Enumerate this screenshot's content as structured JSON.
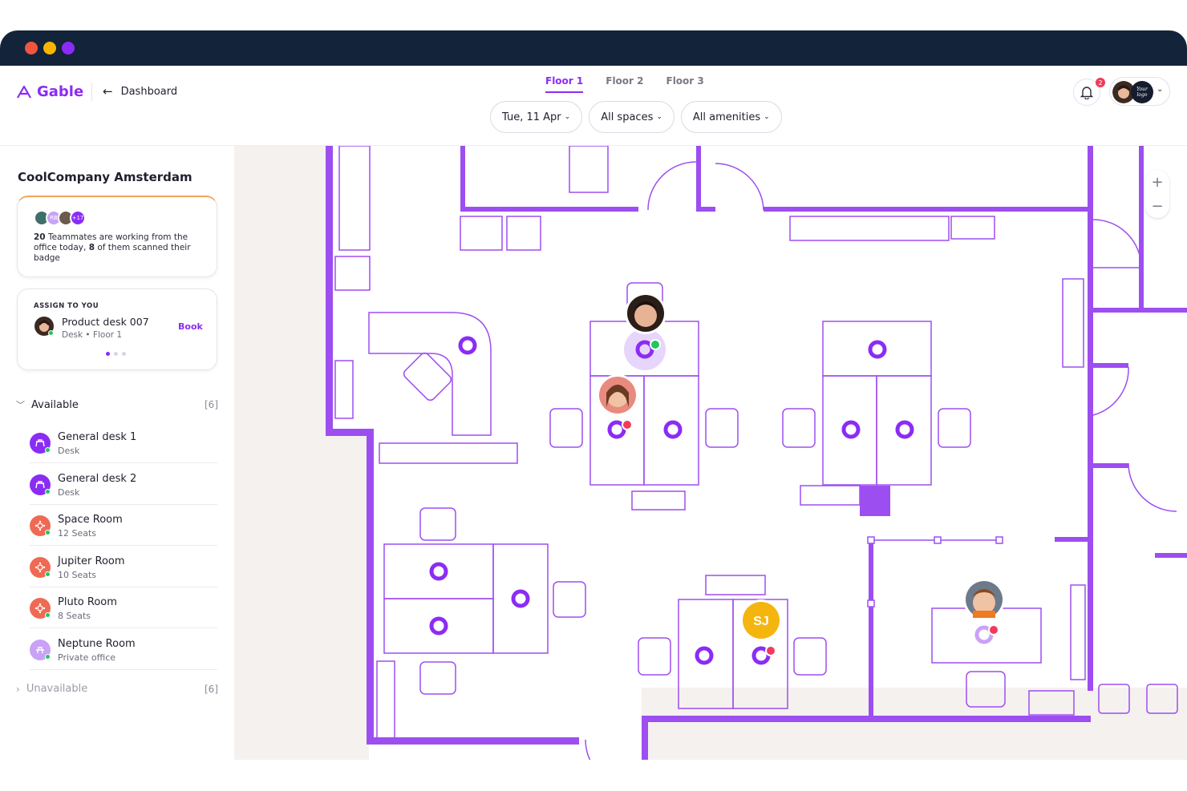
{
  "window": {
    "dot_colors": [
      "#f0563d",
      "#f7b500",
      "#8b2cf5"
    ]
  },
  "header": {
    "brand": "Gable",
    "back_label": "Dashboard",
    "tabs": [
      {
        "label": "Floor 1",
        "active": true
      },
      {
        "label": "Floor 2",
        "active": false
      },
      {
        "label": "Floor 3",
        "active": false
      }
    ],
    "filters": [
      {
        "label": "Tue, 11 Apr"
      },
      {
        "label": "All spaces"
      },
      {
        "label": "All amenities"
      }
    ],
    "notification_count": "2",
    "logo_badge_text": "Your logo"
  },
  "sidebar": {
    "company": "CoolCompany Amsterdam",
    "teammates_card": {
      "extra_count": "+17",
      "initials": "RB",
      "count": "20",
      "text_1": " Teammates are working from the office today, ",
      "scanned": "8",
      "text_2": " of them scanned their badge"
    },
    "assign_card": {
      "label": "ASSIGN TO YOU",
      "title": "Product desk 007",
      "subtitle": "Desk • Floor 1",
      "action": "Book",
      "pages": 3,
      "current_page": 1
    },
    "available": {
      "label": "Available",
      "count": "[6]"
    },
    "spaces": [
      {
        "name": "General desk 1",
        "sub": "Desk",
        "kind": "desk",
        "color": "#8b2cf5"
      },
      {
        "name": "General desk 2",
        "sub": "Desk",
        "kind": "desk",
        "color": "#8b2cf5"
      },
      {
        "name": "Space Room",
        "sub": "12 Seats",
        "kind": "room",
        "color": "#ef6a55"
      },
      {
        "name": "Jupiter Room",
        "sub": "10 Seats",
        "kind": "room",
        "color": "#ef6a55"
      },
      {
        "name": "Pluto Room",
        "sub": "8 Seats",
        "kind": "room",
        "color": "#ef6a55"
      },
      {
        "name": "Neptune Room",
        "sub": "Private office",
        "kind": "office",
        "color": "#c9a2f7"
      }
    ],
    "unavailable": {
      "label": "Unavailable",
      "count": "[6]"
    }
  },
  "map": {
    "accent": "#8b2cf5",
    "occupant_initials": "SJ"
  }
}
